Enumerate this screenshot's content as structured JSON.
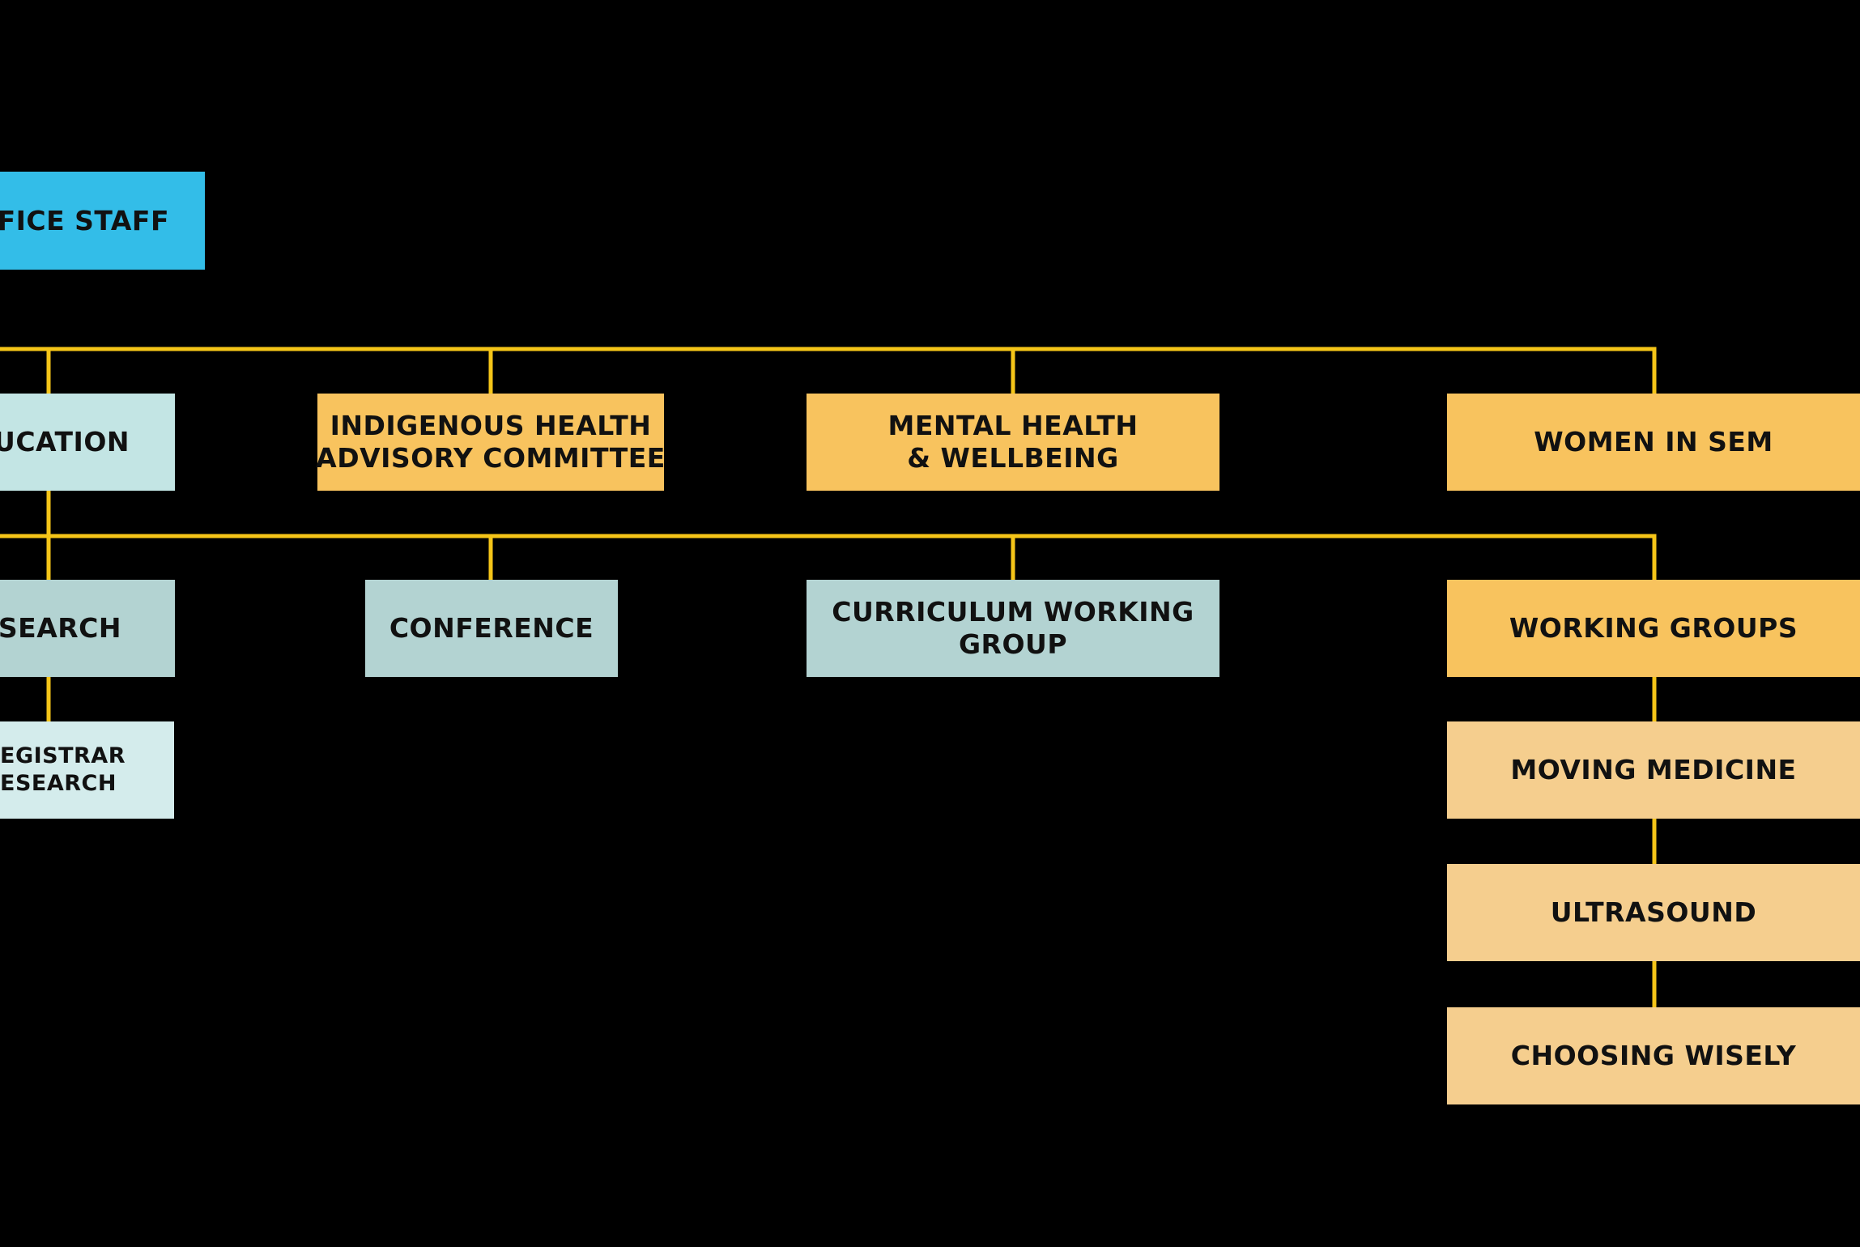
{
  "colors": {
    "background": "#000000",
    "connector": "#F5C518",
    "office_staff": "#33BDE8",
    "education": "#C3E5E4",
    "research": "#B3D3D2",
    "registrar_research": "#D4ECEC",
    "committee": "#F8C35E",
    "sub_group": "#F5CE8E",
    "text": "#111111"
  },
  "nodes": {
    "office_staff": {
      "line1": "FFICE STAFF"
    },
    "education": {
      "line1": "UCATION"
    },
    "indigenous": {
      "line1": "INDIGENOUS HEALTH",
      "line2": "ADVISORY COMMITTEE"
    },
    "mental_health": {
      "line1": "MENTAL HEALTH",
      "line2": "& WELLBEING"
    },
    "women": {
      "line1": "WOMEN IN SEM"
    },
    "research": {
      "line1": "ESEARCH"
    },
    "conference": {
      "line1": "CONFERENCE"
    },
    "curriculum": {
      "line1": "CURRICULUM WORKING",
      "line2": "GROUP"
    },
    "working_groups": {
      "line1": "WORKING GROUPS"
    },
    "registrar_research": {
      "line1": "EGISTRAR",
      "line2": "ESEARCH"
    },
    "moving_medicine": {
      "line1": "MOVING MEDICINE"
    },
    "ultrasound": {
      "line1": "ULTRASOUND"
    },
    "choosing_wisely": {
      "line1": "CHOOSING WISELY"
    }
  }
}
